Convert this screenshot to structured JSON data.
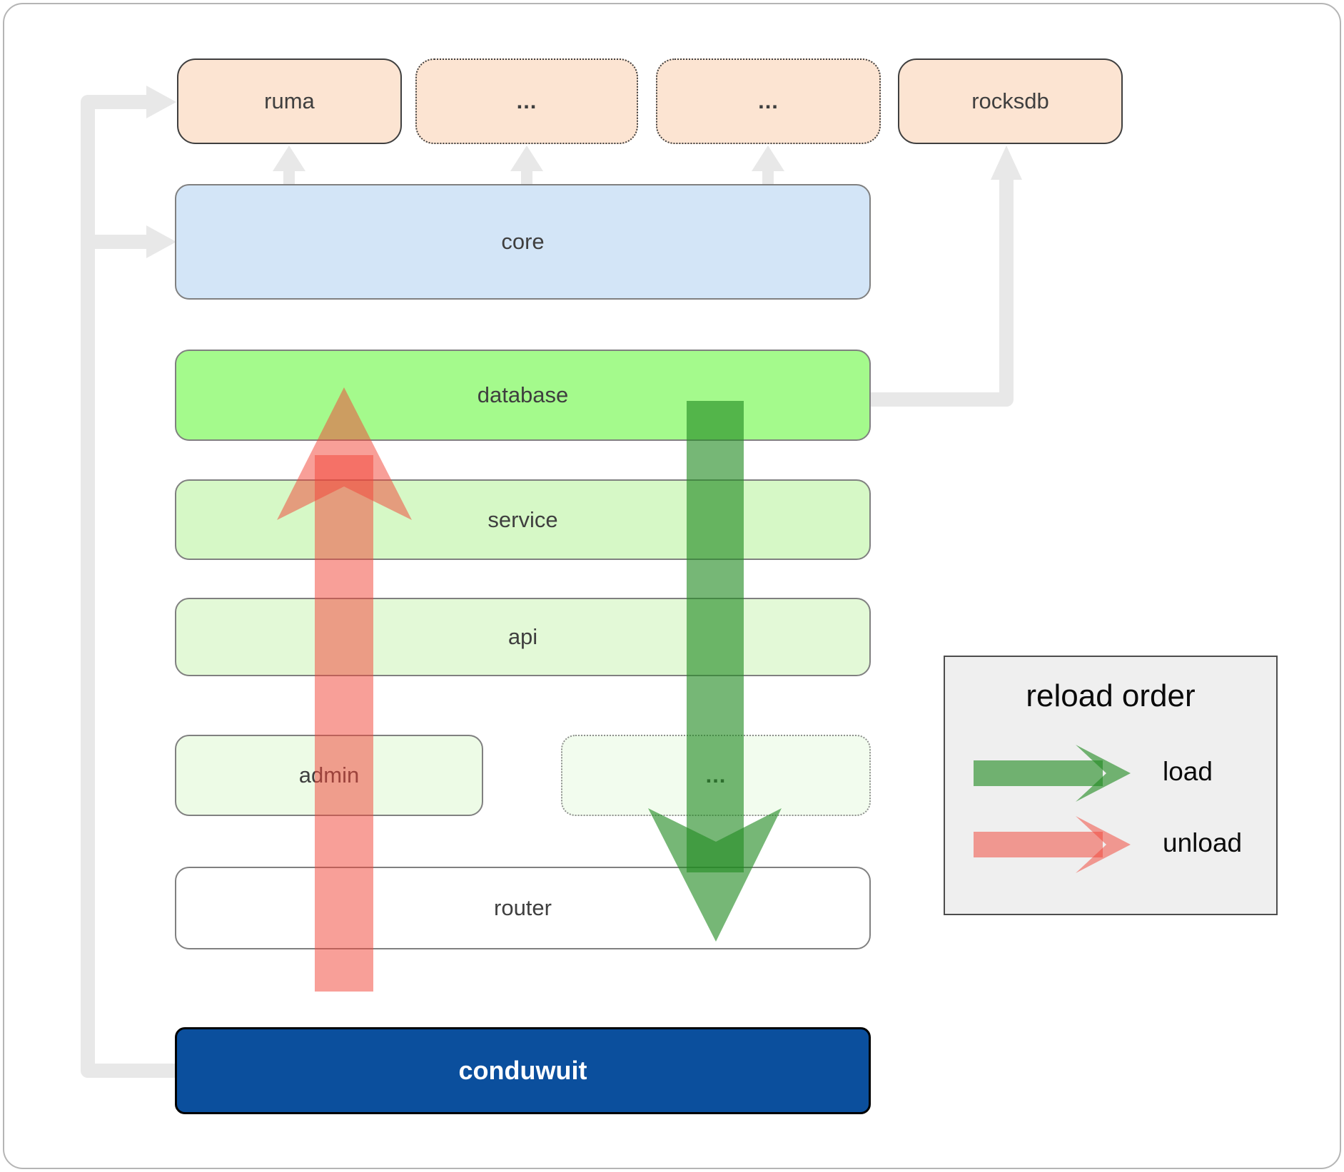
{
  "top_row": [
    {
      "label": "ruma"
    },
    {
      "label": "..."
    },
    {
      "label": "..."
    },
    {
      "label": "rocksdb"
    }
  ],
  "layers": {
    "core": "core",
    "database": "database",
    "service": "service",
    "api": "api",
    "admin": "admin",
    "admin_dots": "...",
    "router": "router",
    "conduwuit": "conduwuit"
  },
  "legend": {
    "title": "reload order",
    "load_label": "load",
    "unload_label": "unload"
  },
  "colors": {
    "peach_box": "#fce4d2",
    "core_blue": "#d3e5f7",
    "database_green": "#a4fa8c",
    "service_green": "#d6f8c6",
    "api_green": "#e3f9d7",
    "admin_green": "#edfbe6",
    "admin_dots_green": "#f2fcee",
    "router_white": "#ffffff",
    "conduwuit_blue": "#0b4f9d",
    "load_arrow_green": "rgba(34,139,34,0.62)",
    "unload_arrow_red": "rgba(241,70,58,0.52)",
    "connector_gray": "#e8e8e8"
  }
}
